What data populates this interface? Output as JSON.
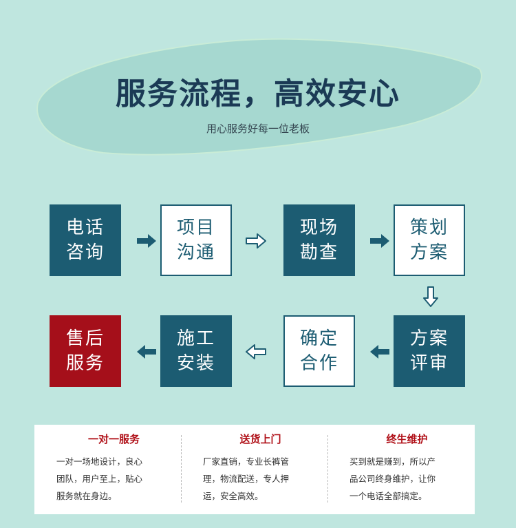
{
  "header": {
    "title": "服务流程，高效安心",
    "subtitle": "用心服务好每一位老板"
  },
  "steps": [
    {
      "line1": "电话",
      "line2": "咨询"
    },
    {
      "line1": "项目",
      "line2": "沟通"
    },
    {
      "line1": "现场",
      "line2": "勘查"
    },
    {
      "line1": "策划",
      "line2": "方案"
    },
    {
      "line1": "方案",
      "line2": "评审"
    },
    {
      "line1": "确定",
      "line2": "合作"
    },
    {
      "line1": "施工",
      "line2": "安装"
    },
    {
      "line1": "售后",
      "line2": "服务"
    }
  ],
  "features": [
    {
      "title": "一对一服务",
      "line1": "一对一场地设计，良心",
      "line2": "团队，用户至上，贴心",
      "line3": "服务就在身边。"
    },
    {
      "title": "送货上门",
      "line1": "厂家直销，专业长裤管",
      "line2": "理，物流配送，专人押",
      "line3": "运，安全高效。"
    },
    {
      "title": "终生维护",
      "line1": "买到就是赚到，所以产",
      "line2": "品公司终身维护，让你",
      "line3": "一个电话全部搞定。"
    }
  ],
  "colors": {
    "background": "#bfe6df",
    "primary": "#1c5c72",
    "accent": "#a50f1a",
    "title": "#1b3a55"
  }
}
